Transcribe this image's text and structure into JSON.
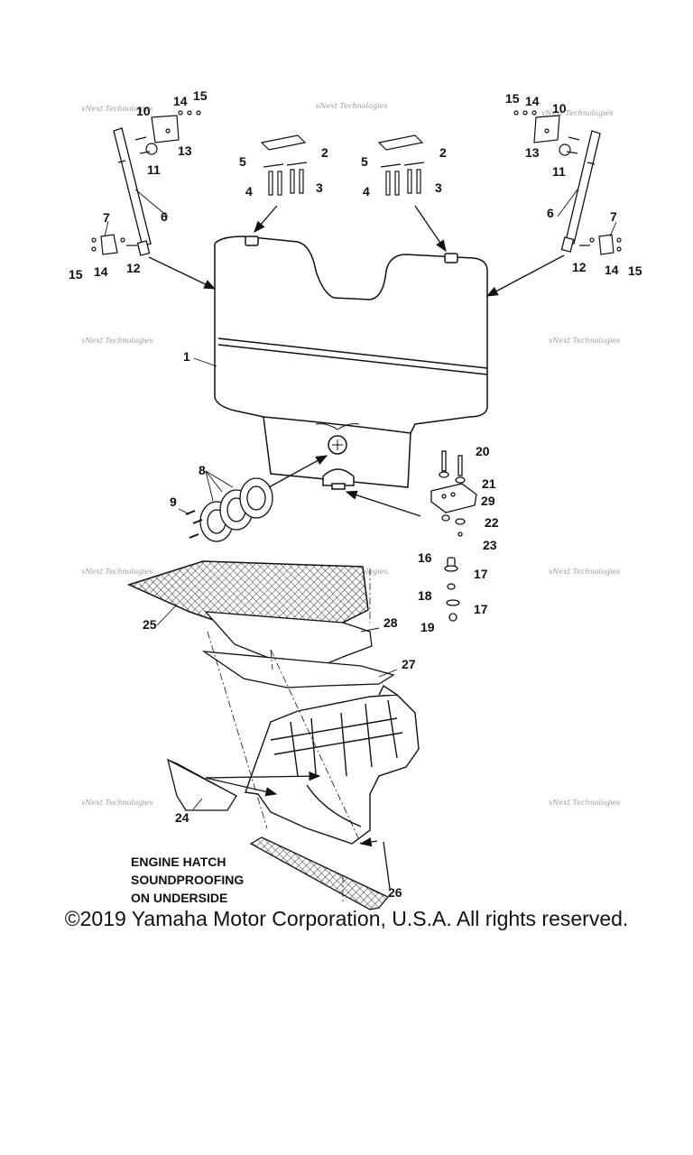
{
  "watermark": "vNext Technologies",
  "callouts": {
    "c1": "1",
    "c2a": "2",
    "c2b": "2",
    "c3a": "3",
    "c3b": "3",
    "c4a": "4",
    "c4b": "4",
    "c5a": "5",
    "c5b": "5",
    "c6a": "6",
    "c6b": "6",
    "c7a": "7",
    "c7b": "7",
    "c8": "8",
    "c9": "9",
    "c10a": "10",
    "c10b": "10",
    "c11a": "11",
    "c11b": "11",
    "c12a": "12",
    "c12b": "12",
    "c13a": "13",
    "c13b": "13",
    "c14a": "14",
    "c14b": "14",
    "c14c": "14",
    "c14d": "14",
    "c15a": "15",
    "c15b": "15",
    "c15c": "15",
    "c15d": "15",
    "c16": "16",
    "c17a": "17",
    "c17b": "17",
    "c18": "18",
    "c19": "19",
    "c20": "20",
    "c21": "21",
    "c22": "22",
    "c23": "23",
    "c24": "24",
    "c25": "25",
    "c26": "26",
    "c27": "27",
    "c28": "28",
    "c29": "29"
  },
  "note": {
    "line1": "ENGINE HATCH",
    "line2": "SOUNDPROOFING",
    "line3": "ON UNDERSIDE"
  },
  "copyright": "©2019 Yamaha Motor Corporation, U.S.A. All rights reserved."
}
